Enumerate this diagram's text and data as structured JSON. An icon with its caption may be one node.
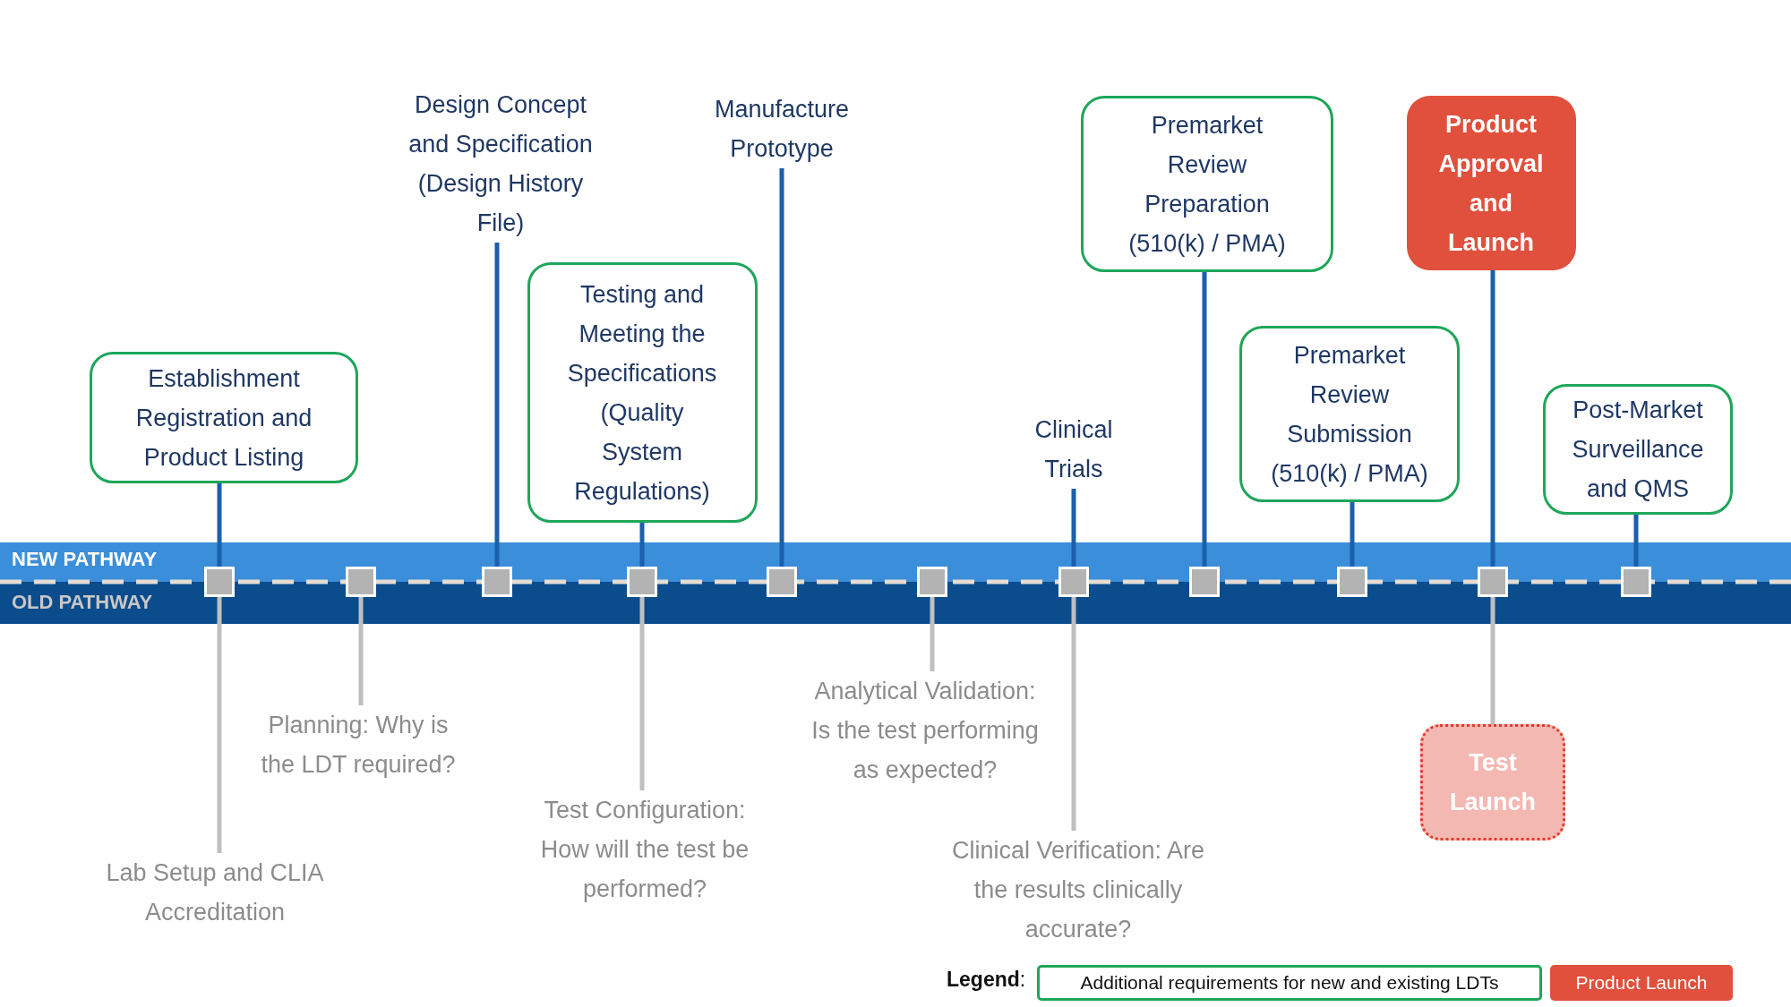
{
  "diagram": {
    "nodes": [
      {
        "text": [
          "Establishment Registration and Product Listing"
        ]
      },
      {
        "text": [
          "Lab Setup and CLIA Accreditation"
        ]
      },
      {
        "text": [
          "Planning: Why is the LDT required?"
        ]
      },
      {
        "text": [
          "Design Concept and Specification (Design History File)"
        ]
      },
      {
        "text": [
          "Testing and Meeting the Specifications (Quality System Regulations)"
        ]
      },
      {
        "text": [
          "Test Configuration: How will the test be performed?"
        ]
      },
      {
        "text": [
          "Manufacture Prototype"
        ]
      },
      {
        "text": [
          "Analytical Validation: Is the test performing as expected?"
        ]
      },
      {
        "text": [
          "Clinical Trials"
        ]
      },
      {
        "text": [
          "Clinical Verification: Are the results clinically accurate?"
        ]
      },
      {
        "text": [
          "Premarket Review Preparation (510(k) / PMA)"
        ]
      },
      {
        "text": [
          "Premarket Review Submission (510(k) / PMA)"
        ]
      },
      {
        "text": [
          "Product Approval and Launch"
        ]
      },
      {
        "text": [
          "Test Launch"
        ]
      },
      {
        "text": [
          "Post-Market Surveillance and QMS"
        ]
      },
      {
        "text": [],
        "shape": "box"
      },
      {
        "text": [],
        "shape": "box"
      },
      {
        "text": [],
        "shape": "box"
      },
      {
        "text": [],
        "shape": "box"
      },
      {
        "text": [],
        "shape": "box"
      },
      {
        "text": [],
        "shape": "box"
      },
      {
        "text": [],
        "shape": "box"
      },
      {
        "text": [],
        "shape": "box"
      },
      {
        "text": [],
        "shape": "box"
      },
      {
        "text": [],
        "shape": "box"
      },
      {
        "text": [],
        "shape": "box"
      }
    ],
    "edges": [
      {
        "from": 0,
        "to": 15,
        "arrow": "none"
      },
      {
        "from": 1,
        "to": 15,
        "arrow": "none",
        "color": "#bfbfbf"
      },
      {
        "from": 2,
        "to": 16,
        "arrow": "none",
        "color": "#bfbfbf"
      },
      {
        "from": 3,
        "to": 17,
        "arrow": "none"
      },
      {
        "from": 4,
        "to": 18,
        "arrow": "none"
      },
      {
        "from": 5,
        "to": 18,
        "arrow": "none",
        "color": "#bfbfbf"
      },
      {
        "from": 6,
        "to": 19,
        "arrow": "none"
      },
      {
        "from": 7,
        "to": 20,
        "arrow": "none",
        "color": "#bfbfbf"
      },
      {
        "from": 8,
        "to": 21,
        "arrow": "none"
      },
      {
        "from": 9,
        "to": 21,
        "arrow": "none",
        "color": "#bfbfbf"
      },
      {
        "from": 10,
        "to": 22,
        "arrow": "none"
      },
      {
        "from": 11,
        "to": 23,
        "arrow": "none"
      },
      {
        "from": 12,
        "to": 24,
        "arrow": "none"
      },
      {
        "from": 13,
        "to": 24,
        "arrow": "none",
        "color": "#bfbfbf"
      },
      {
        "from": 14,
        "to": 25,
        "arrow": "none"
      }
    ],
    "labels": [
      "NEW PATHWAY",
      "OLD PATHWAY",
      "**Legend**:"
    ],
    "legend": [
      {
        "text": "Additional requirements for new and existing LDTs",
        "color": "#1fa65a"
      },
      {
        "text": "Product Launch",
        "color": "#e0503c"
      }
    ]
  }
}
